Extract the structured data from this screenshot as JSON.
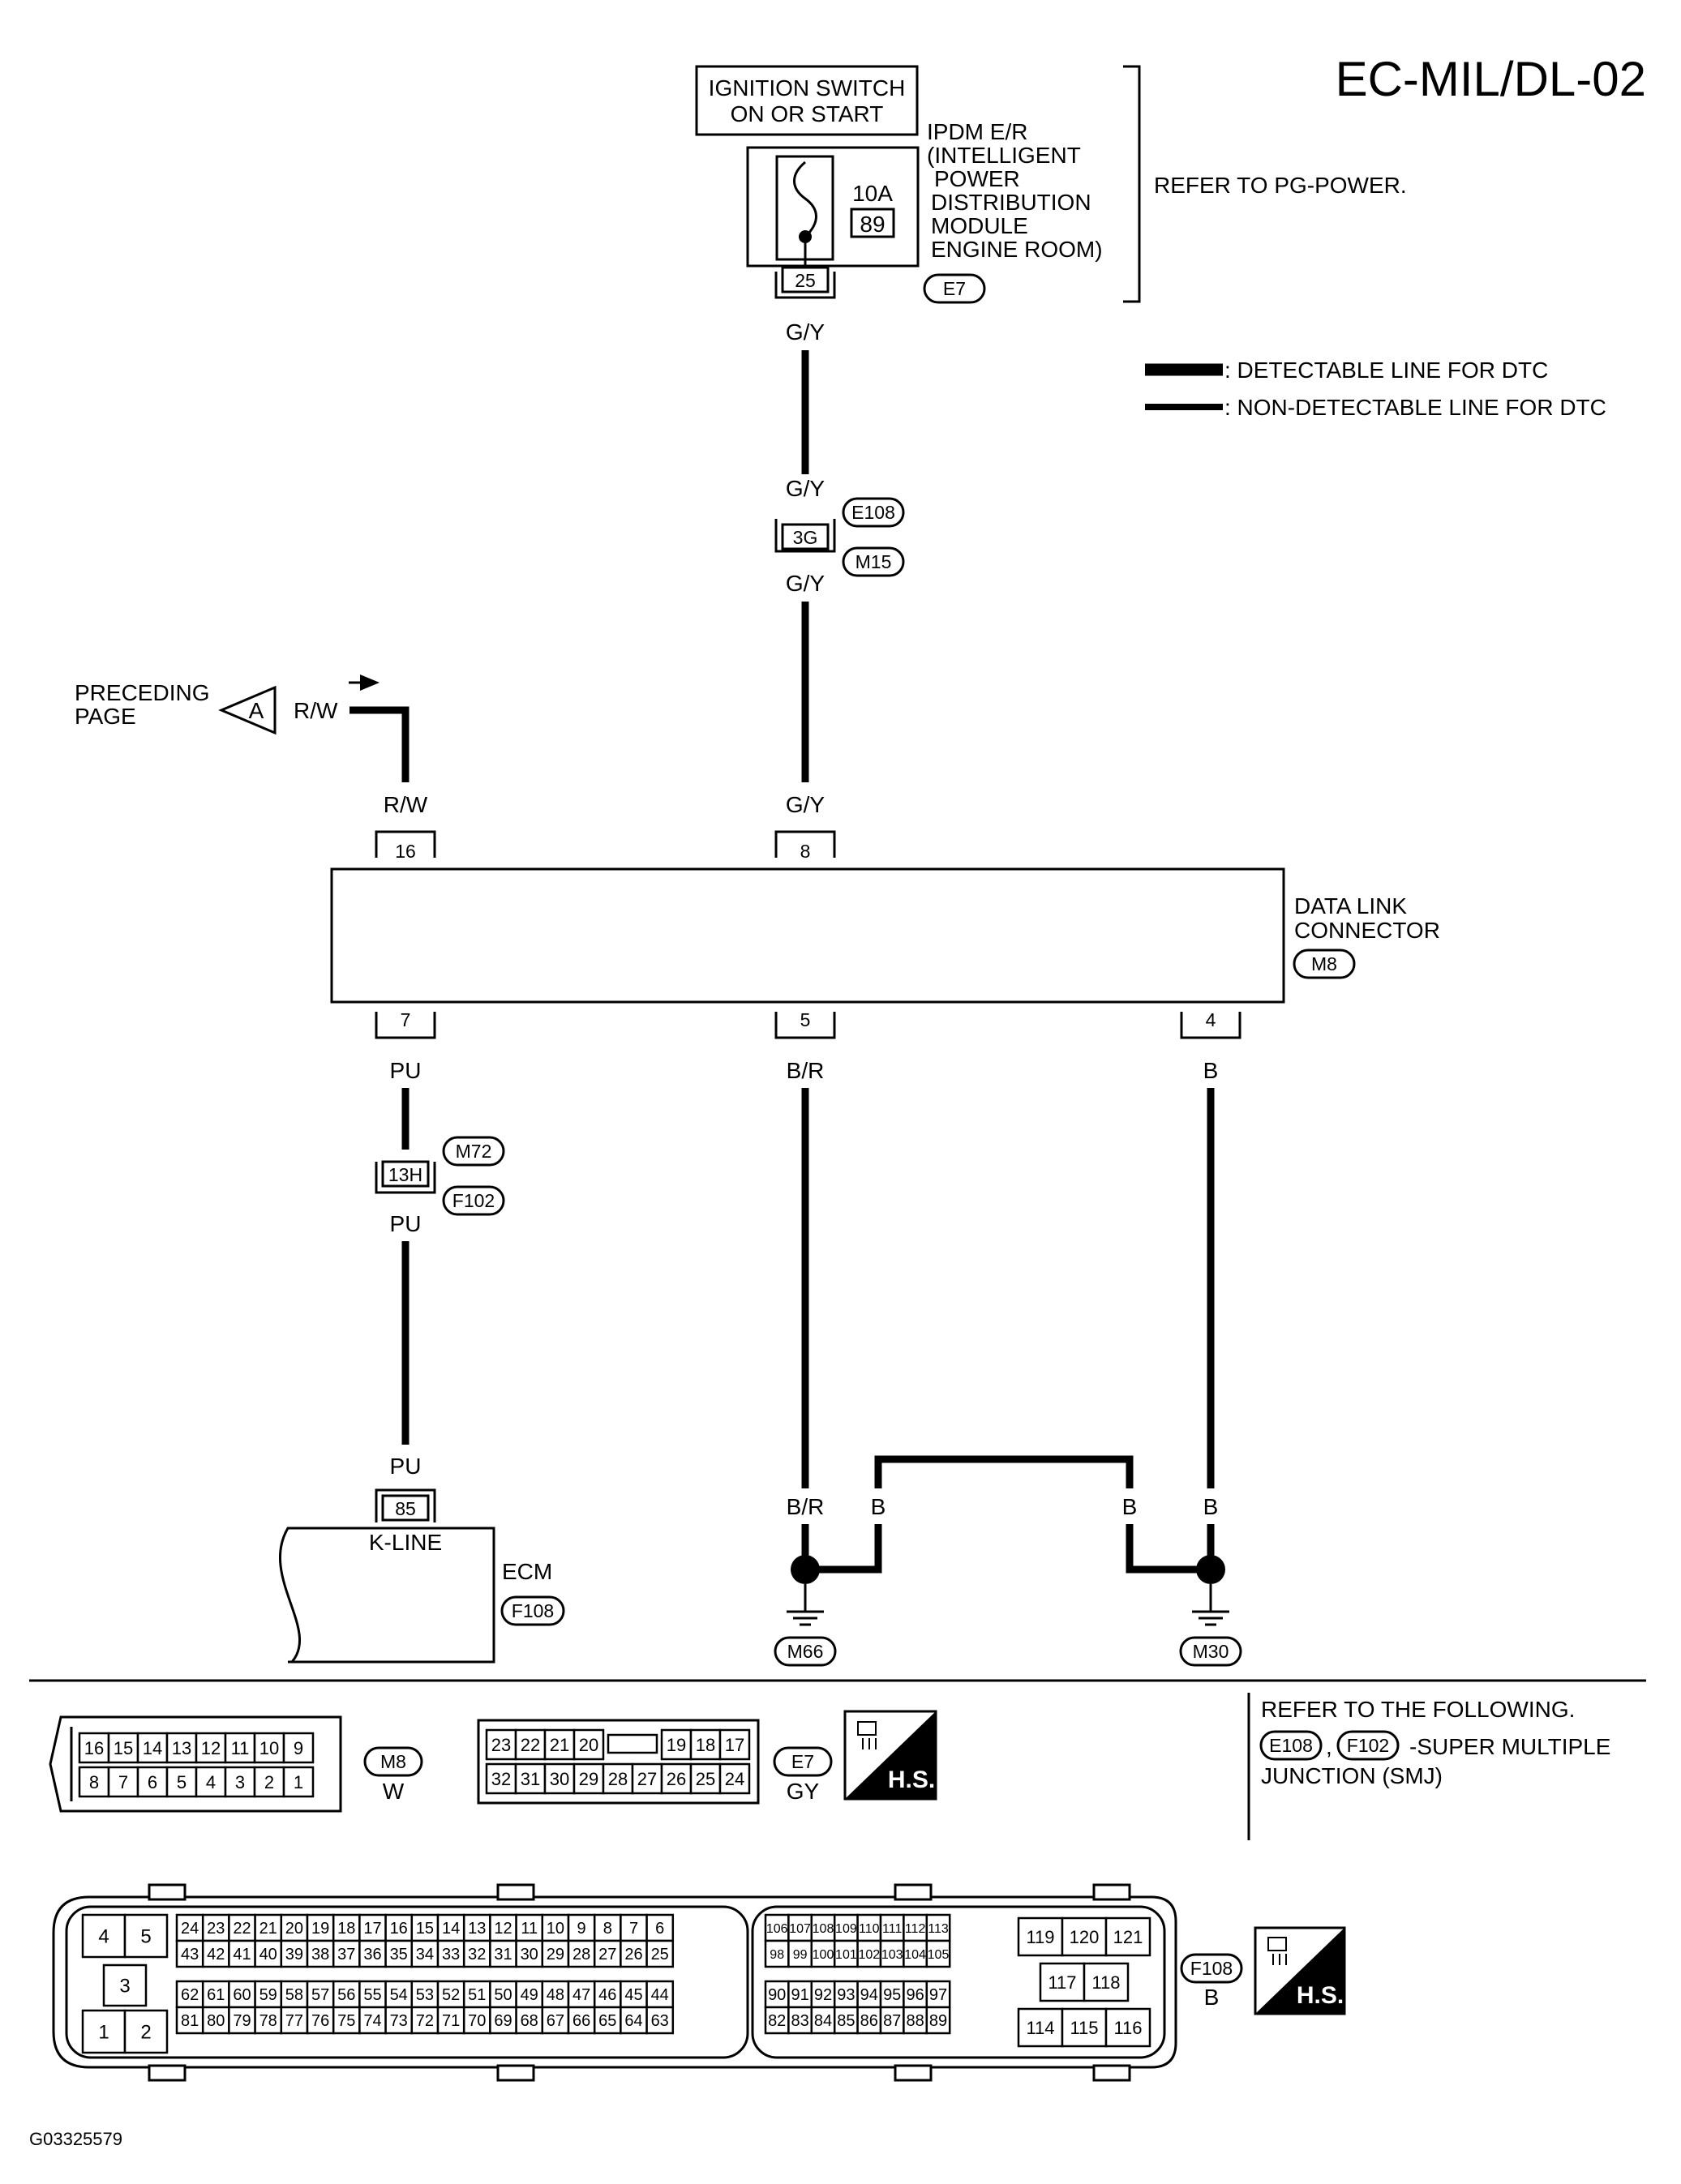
{
  "title": "EC-MIL/DL-02",
  "footer_code": "G03325579",
  "legend": {
    "detectable": ": DETECTABLE LINE FOR DTC",
    "non_detectable": ": NON-DETECTABLE LINE FOR DTC"
  },
  "ignition": {
    "line1": "IGNITION SWITCH",
    "line2": "ON OR START"
  },
  "ipdm": {
    "lines": [
      "IPDM E/R",
      "(INTELLIGENT",
      "POWER",
      "DISTRIBUTION",
      "MODULE",
      "ENGINE ROOM)"
    ],
    "fuse_amp": "10A",
    "fuse_no": "89",
    "terminal": "25",
    "connector": "E7",
    "refer": "REFER TO PG-POWER."
  },
  "wires": {
    "gy": "G/Y",
    "rw": "R/W",
    "pu": "PU",
    "br": "B/R",
    "b": "B"
  },
  "joint_3g": {
    "pin": "3G",
    "conn_top": "E108",
    "conn_bottom": "M15"
  },
  "joint_13h": {
    "pin": "13H",
    "conn_top": "M72",
    "conn_bottom": "F102"
  },
  "preceding": {
    "line1": "PRECEDING",
    "line2": "PAGE",
    "marker": "A"
  },
  "dlc": {
    "line1": "DATA LINK",
    "line2": "CONNECTOR",
    "connector": "M8",
    "pins": {
      "p16": "16",
      "p8": "8",
      "p7": "7",
      "p5": "5",
      "p4": "4"
    }
  },
  "ecm": {
    "label": "ECM",
    "connector": "F108",
    "pin": "85",
    "pin_name": "K-LINE"
  },
  "grounds": {
    "left": "M66",
    "right": "M30"
  },
  "conn_views": {
    "m8": {
      "id": "M8",
      "color": "W",
      "row1": [
        "16",
        "15",
        "14",
        "13",
        "12",
        "11",
        "10",
        "9"
      ],
      "row2": [
        "8",
        "7",
        "6",
        "5",
        "4",
        "3",
        "2",
        "1"
      ]
    },
    "e7": {
      "id": "E7",
      "color": "GY",
      "row1": [
        "23",
        "22",
        "21",
        "20",
        "19",
        "18",
        "17"
      ],
      "row2": [
        "32",
        "31",
        "30",
        "29",
        "28",
        "27",
        "26",
        "25",
        "24"
      ]
    },
    "hs": "H.S.",
    "refer_note": {
      "line1": "REFER TO THE FOLLOWING.",
      "c1": "E108",
      "sep": ",",
      "c2": "F102",
      "rest": "-SUPER MULTIPLE",
      "line3": "JUNCTION (SMJ)"
    },
    "f108": {
      "id": "F108",
      "color": "B",
      "small": [
        "4",
        "5",
        "3",
        "1",
        "2"
      ],
      "b1r1": [
        "24",
        "23",
        "22",
        "21",
        "20",
        "19",
        "18",
        "17",
        "16",
        "15",
        "14",
        "13",
        "12",
        "11",
        "10",
        "9",
        "8",
        "7",
        "6"
      ],
      "b1r2": [
        "43",
        "42",
        "41",
        "40",
        "39",
        "38",
        "37",
        "36",
        "35",
        "34",
        "33",
        "32",
        "31",
        "30",
        "29",
        "28",
        "27",
        "26",
        "25"
      ],
      "b1r3": [
        "62",
        "61",
        "60",
        "59",
        "58",
        "57",
        "56",
        "55",
        "54",
        "53",
        "52",
        "51",
        "50",
        "49",
        "48",
        "47",
        "46",
        "45",
        "44"
      ],
      "b1r4": [
        "81",
        "80",
        "79",
        "78",
        "77",
        "76",
        "75",
        "74",
        "73",
        "72",
        "71",
        "70",
        "69",
        "68",
        "67",
        "66",
        "65",
        "64",
        "63"
      ],
      "b2r1": [
        "106",
        "107",
        "108",
        "109",
        "110",
        "111",
        "112",
        "113"
      ],
      "b2r2": [
        "98",
        "99",
        "100",
        "101",
        "102",
        "103",
        "104",
        "105"
      ],
      "b2r3": [
        "90",
        "91",
        "92",
        "93",
        "94",
        "95",
        "96",
        "97"
      ],
      "b2r4": [
        "82",
        "83",
        "84",
        "85",
        "86",
        "87",
        "88",
        "89"
      ],
      "b3r1": [
        "119",
        "120",
        "121"
      ],
      "b3r2": [
        "117",
        "118"
      ],
      "b3r3": [
        "114",
        "115",
        "116"
      ]
    }
  }
}
